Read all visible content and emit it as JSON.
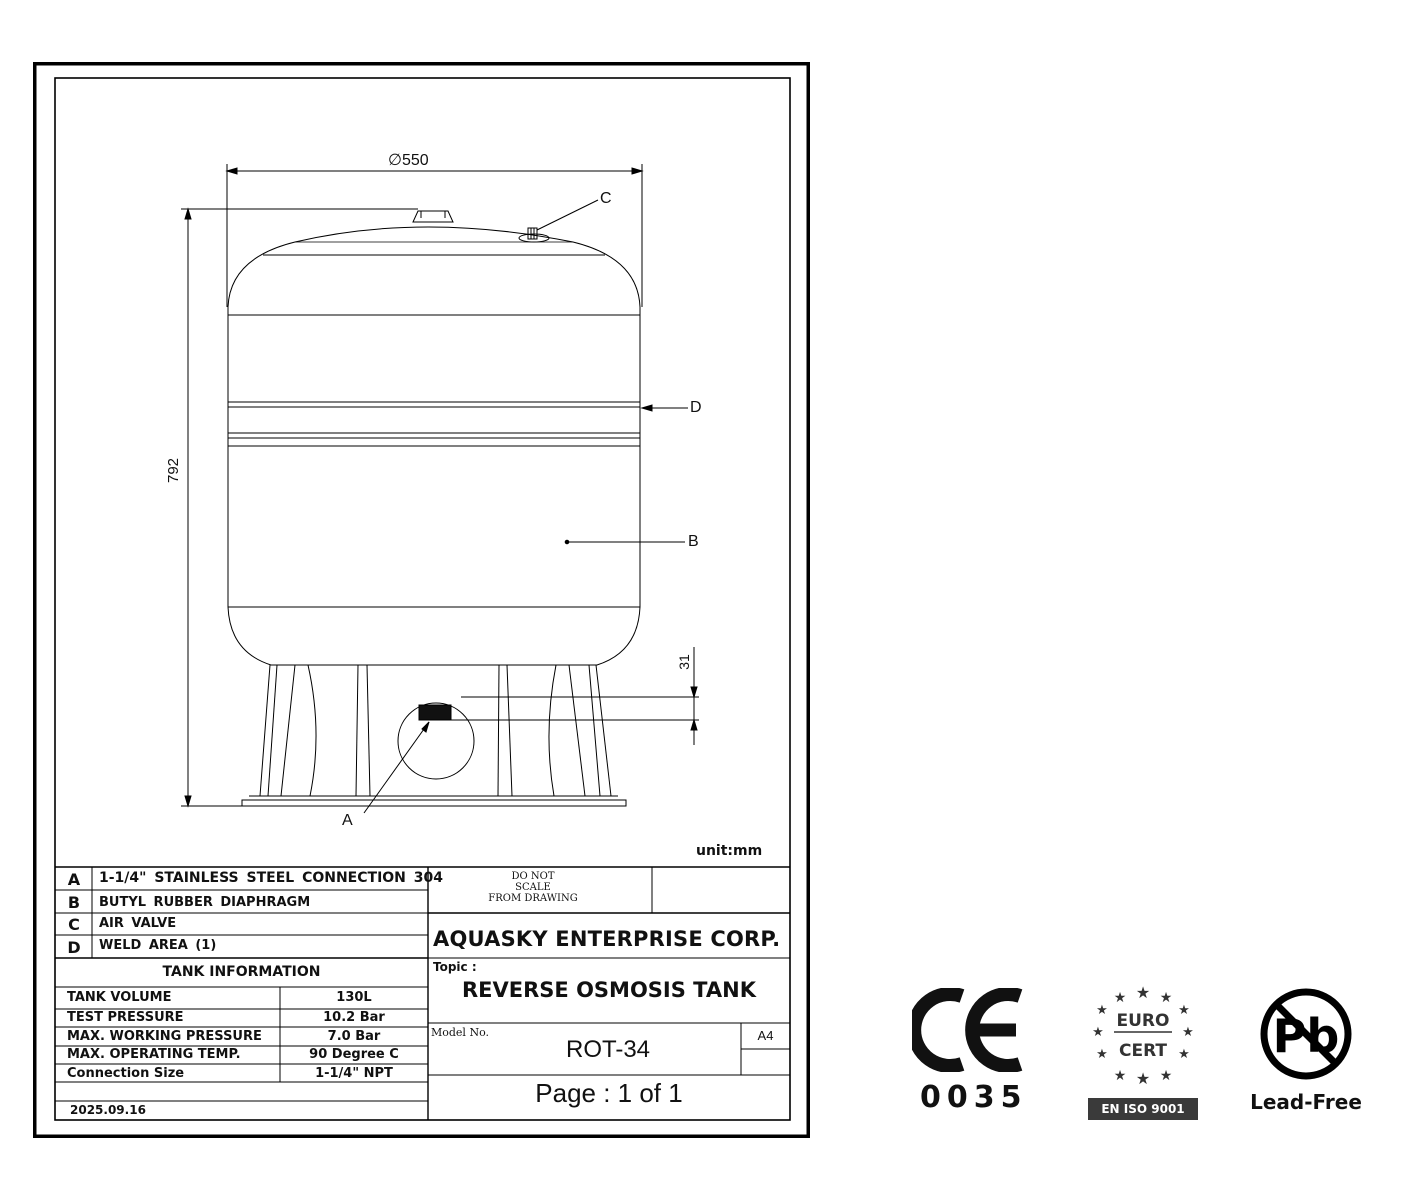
{
  "drawing": {
    "dim_diameter": "∅550",
    "dim_height": "792",
    "dim_31": "31",
    "callout_a": "A",
    "callout_b": "B",
    "callout_c": "C",
    "callout_d": "D",
    "unit": "unit:mm"
  },
  "parts": [
    {
      "letter": "A",
      "desc": "1-1/4\" STAINLESS STEEL CONNECTION 304"
    },
    {
      "letter": "B",
      "desc": "BUTYL RUBBER DIAPHRAGM"
    },
    {
      "letter": "C",
      "desc": "AIR VALVE"
    },
    {
      "letter": "D",
      "desc": "WELD AREA (1)"
    }
  ],
  "tank_info": {
    "header": "TANK INFORMATION",
    "rows": [
      {
        "label": "TANK VOLUME",
        "value": "130L"
      },
      {
        "label": "TEST PRESSURE",
        "value": "10.2 Bar"
      },
      {
        "label": "MAX. WORKING PRESSURE",
        "value": "7.0 Bar"
      },
      {
        "label": "MAX. OPERATING TEMP.",
        "value": "90 Degree C"
      },
      {
        "label": "Connection Size",
        "value": "1-1/4\" NPT"
      }
    ],
    "date": "2025.09.16"
  },
  "title_block": {
    "do_not_1": "DO NOT",
    "do_not_2": "SCALE",
    "do_not_3": "FROM DRAWING",
    "company": "AQUASKY ENTERPRISE CORP.",
    "topic_label": "Topic :",
    "topic": "REVERSE OSMOSIS TANK",
    "model_label": "Model No.",
    "model": "ROT-34",
    "size": "A4",
    "page": "Page : 1 of 1"
  },
  "certifications": {
    "ce_mark": "CE",
    "ce_number": "0035",
    "euro": "EURO",
    "cert": "CERT",
    "iso": "EN ISO 9001",
    "pb": "Pb",
    "lead_free": "Lead-Free"
  }
}
